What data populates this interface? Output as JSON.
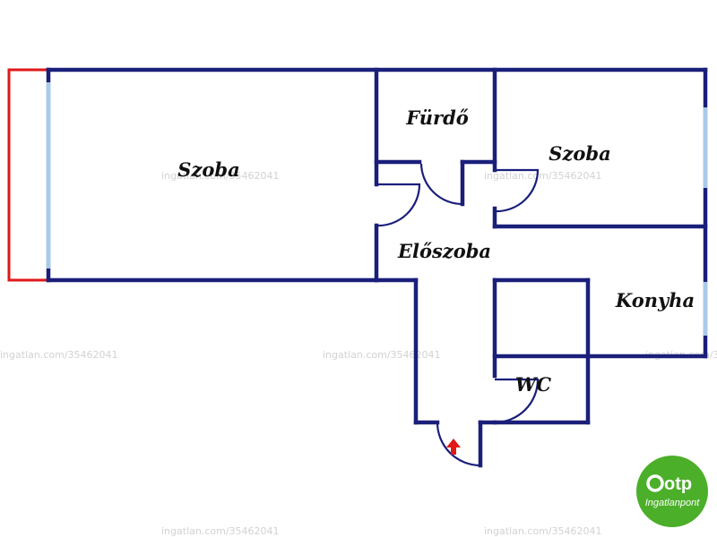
{
  "rooms": {
    "szoba_large": "Szoba",
    "furdo": "Fürdő",
    "szoba_small": "Szoba",
    "eloszoba": "Előszoba",
    "konyha": "Konyha",
    "wc": "WC"
  },
  "watermark": "ingatlan.com/35462041",
  "logo": {
    "name": "otp",
    "subtitle": "Ingatlanpont",
    "color": "#4caf2a"
  },
  "colors": {
    "wall": "#1a1f7a",
    "window": "#a9cbe8",
    "balcony": "#e01818",
    "entrance_arrow": "#e01818"
  },
  "icons": {
    "entrance": "entrance-arrow-icon",
    "logo": "otp-logo-icon"
  }
}
